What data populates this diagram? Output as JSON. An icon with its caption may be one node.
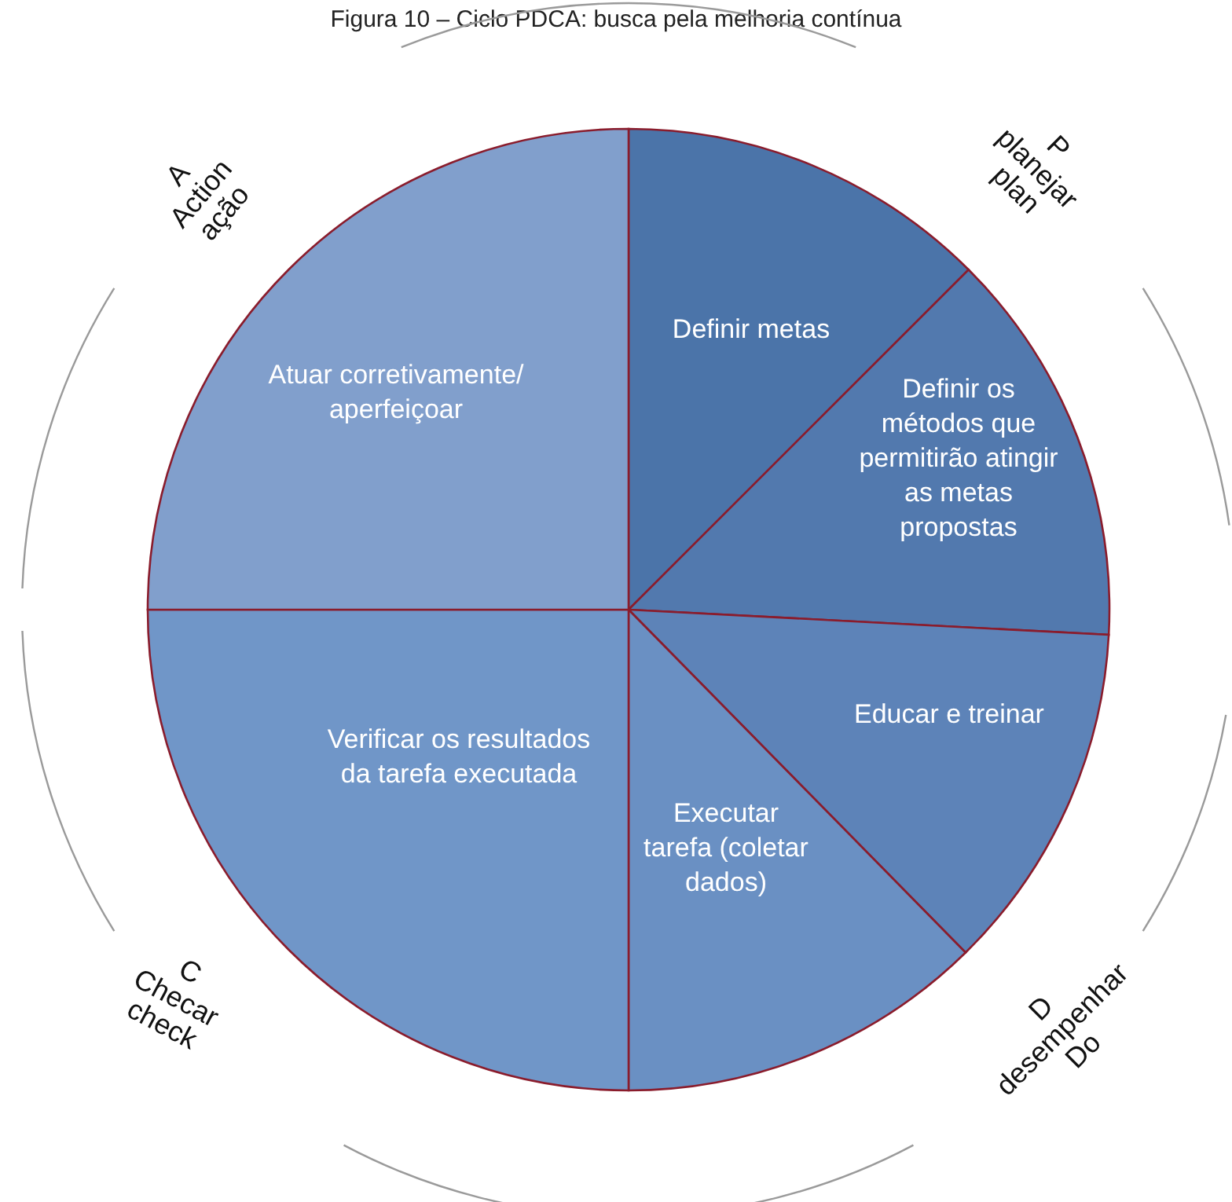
{
  "diagram": {
    "title": "Figura 10 – Ciclo PDCA: busca pela melhoria contínua",
    "nodes": [
      {
        "text": [
          "Definir metas"
        ]
      },
      {
        "text": [
          "Definir os métodos que permitirão atingir as metas propostas"
        ]
      },
      {
        "text": [
          "Educar e treinar"
        ]
      },
      {
        "text": [
          "Executar tarefa (coletar dados)"
        ]
      },
      {
        "text": [
          "Verificar os resultados da tarefa executada"
        ]
      },
      {
        "text": [
          "Atuar corretivamente/ aperfeiçoar"
        ]
      }
    ],
    "labels": [
      "P",
      "planejar",
      "plan",
      "A",
      "Action",
      "ação",
      "C",
      "Checar",
      "check",
      "D",
      "desempenhar",
      "Do"
    ]
  }
}
